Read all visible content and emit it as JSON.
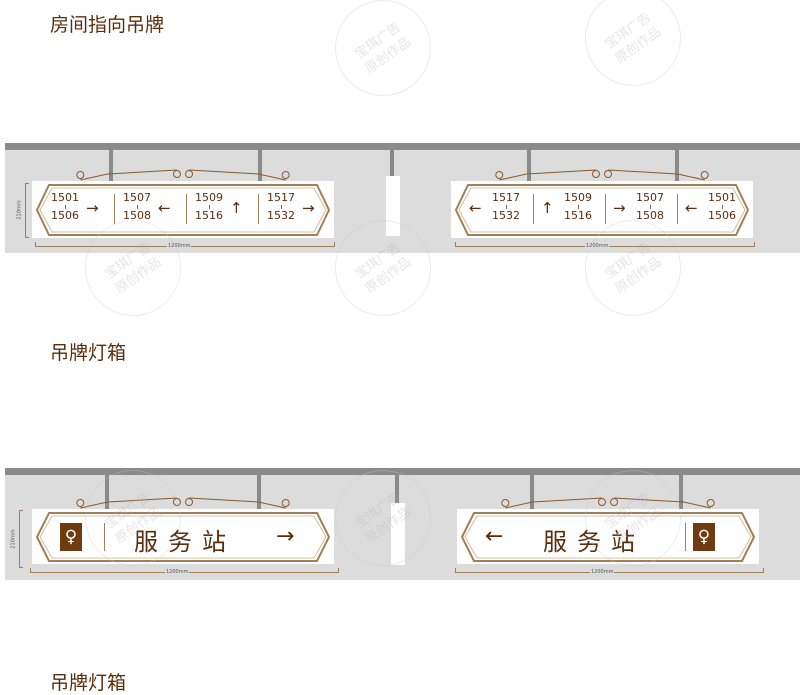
{
  "sections": [
    {
      "title": "房间指向吊牌"
    },
    {
      "title": "吊牌灯箱"
    },
    {
      "title": "吊牌灯箱"
    }
  ],
  "room_signs": {
    "left": [
      {
        "from": "1501",
        "to": "1506",
        "arrow": "→"
      },
      {
        "from": "1507",
        "to": "1508",
        "arrow": "←"
      },
      {
        "from": "1509",
        "to": "1516",
        "arrow": "↑"
      },
      {
        "from": "1517",
        "to": "1532",
        "arrow": "→"
      }
    ],
    "right": [
      {
        "from": "1517",
        "to": "1532",
        "arrow": "←"
      },
      {
        "from": "1509",
        "to": "1516",
        "arrow": "↑"
      },
      {
        "from": "1507",
        "to": "1508",
        "arrow": "→"
      },
      {
        "from": "1501",
        "to": "1506",
        "arrow": "←"
      }
    ],
    "width_label": "1200mm",
    "height_label": "210mm"
  },
  "lightbox": {
    "label": "服务站",
    "left_arrow": "→",
    "right_arrow": "←",
    "icon": "female-restroom-icon",
    "width_label": "1200mm",
    "height_label": "210mm"
  },
  "watermark": [
    "宝琪广告",
    "原创作品"
  ],
  "colors": {
    "brown": "#5a2e0c",
    "gold": "#a08058",
    "band": "#dcdcdc",
    "bar": "#8a8a8a"
  }
}
